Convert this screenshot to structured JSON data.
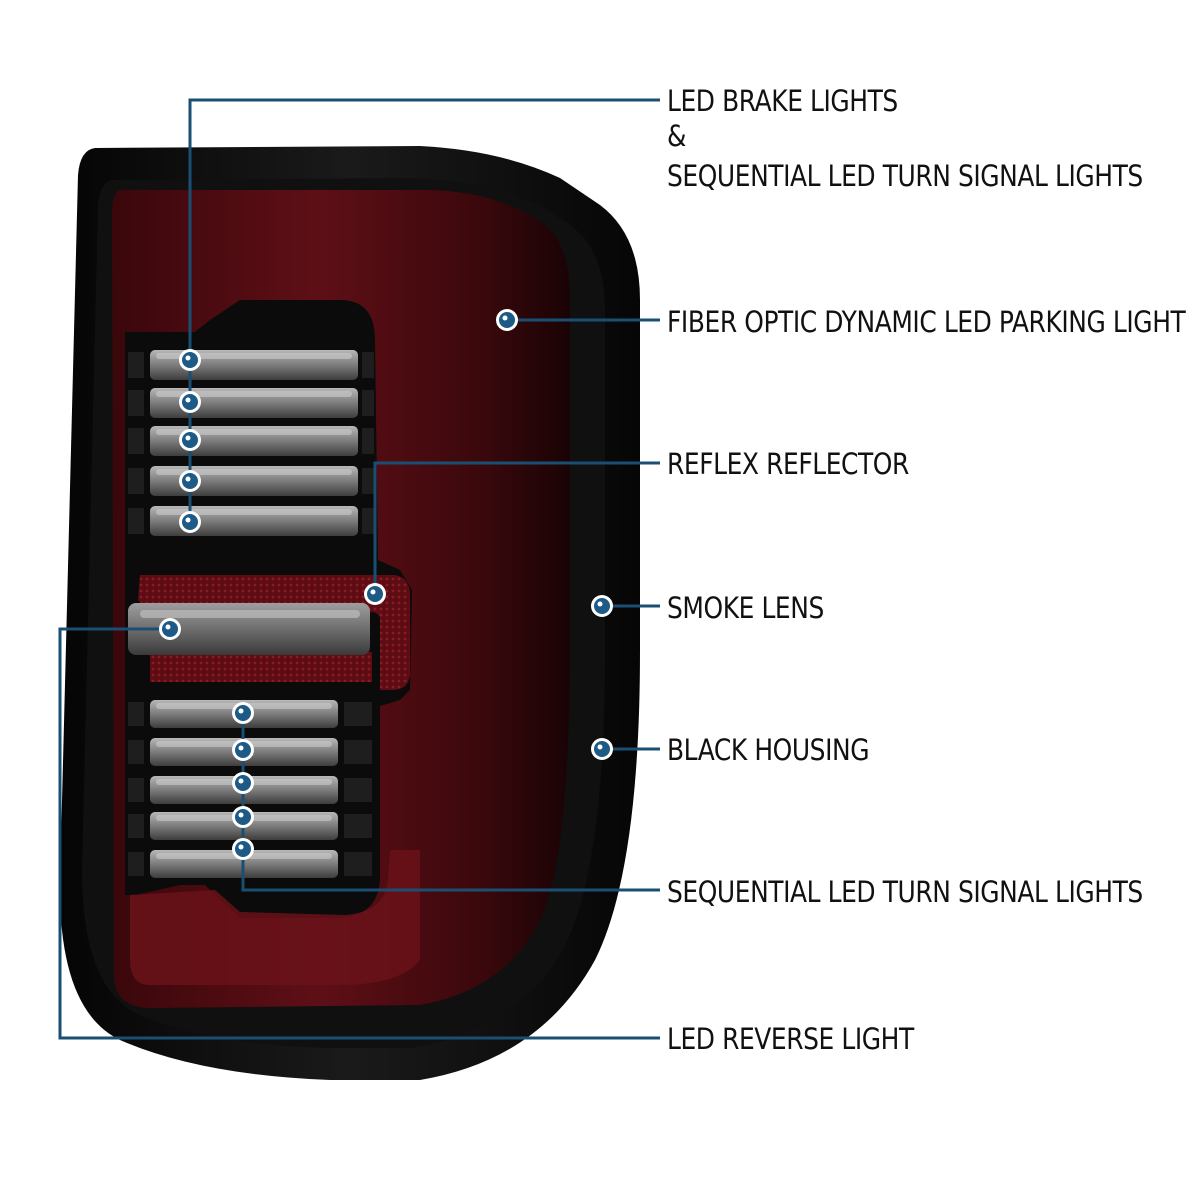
{
  "colors": {
    "leader_line": "#1a4f73",
    "dot_fill": "#1d5a86",
    "dot_ring": "#ffffff",
    "housing": "#0d0d0d",
    "lens_red": "#5a0e14",
    "smoke_segment": "#8a8a8a",
    "label_text": "#111111"
  },
  "callouts": {
    "brake": {
      "line1": "LED BRAKE LIGHTS",
      "line2": "&",
      "line3": "SEQUENTIAL LED TURN SIGNAL LIGHTS"
    },
    "parking": "FIBER OPTIC DYNAMIC LED PARKING LIGHT",
    "reflector": "REFLEX REFLECTOR",
    "smoke": "SMOKE LENS",
    "housing": "BLACK HOUSING",
    "turn": "SEQUENTIAL LED TURN SIGNAL LIGHTS",
    "reverse": "LED REVERSE LIGHT"
  },
  "icons": {
    "callout_marker": "dot-marker-icon"
  }
}
